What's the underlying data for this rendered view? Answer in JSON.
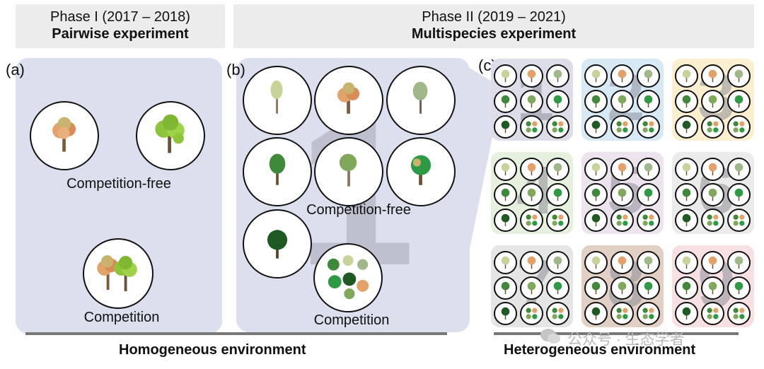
{
  "phase1": {
    "line1": "Phase I (2017 – 2018)",
    "line2": "Pairwise experiment"
  },
  "phase2": {
    "line1": "Phase II (2019 – 2021)",
    "line2": "Multispecies experiment"
  },
  "panel_a": {
    "label": "(a)",
    "caption_free": "Competition-free",
    "caption_comp": "Competition"
  },
  "panel_b": {
    "label": "(b)",
    "caption_free": "Competition-free",
    "caption_comp": "Competition",
    "big_number": "1"
  },
  "panel_c": {
    "label": "(c)",
    "plot_numbers": [
      "1",
      "2",
      "3",
      "4",
      "5",
      "6",
      "7",
      "8",
      "9"
    ],
    "plot_colors": [
      "#dcdde8",
      "#d6e9f5",
      "#fbefcf",
      "#e5f0df",
      "#ede3ef",
      "#ebebeb",
      "#e5e5e5",
      "#e1d0c3",
      "#f6e0e2"
    ]
  },
  "bottom": {
    "homogeneous": "Homogeneous environment",
    "heterogeneous": "Heterogeneous environment"
  },
  "watermark": "公众号 · 生态学者",
  "colors": {
    "panel_bg": "#dcdfee",
    "phase_bg": "#ececec",
    "line": "#777777"
  }
}
